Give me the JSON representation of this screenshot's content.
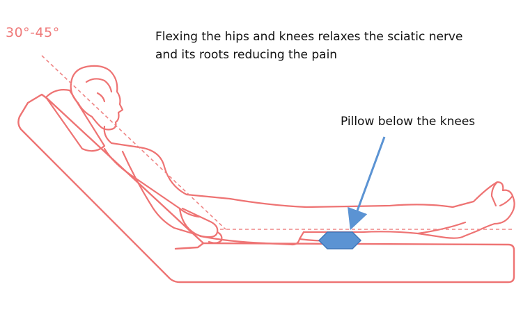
{
  "diagram": {
    "angle_label": "30°-45°",
    "caption_lines": [
      "Flexing the hips and knees relaxes the sciatic nerve",
      "and its roots reducing the pain"
    ],
    "pillow_label": "Pillow below  the knees",
    "colors": {
      "outline": "#ee7373",
      "guide": "#ef8585",
      "pillow_fill": "#5b93d3",
      "pillow_stroke": "#3f76b8",
      "arrow": "#5b93d3",
      "text": "#111111"
    }
  }
}
